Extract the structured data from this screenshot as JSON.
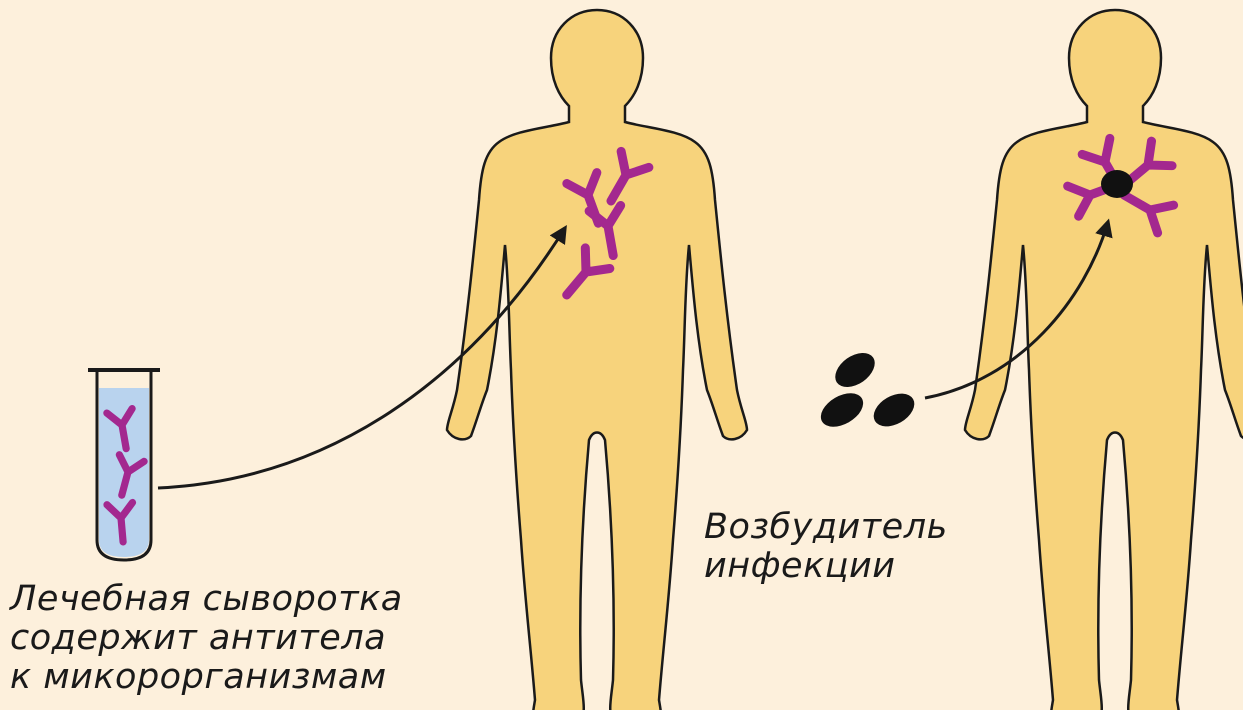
{
  "colors": {
    "background": "#fdf0dc",
    "body_fill": "#f7d37c",
    "body_outline": "#1a1a1a",
    "antibody": "#a3288f",
    "pathogen": "#111111",
    "serum_liquid": "#b9d3ee"
  },
  "labels": {
    "serum_caption": [
      "Лечебная сыворотка",
      "содержит антитела",
      "к микорорганизмам"
    ],
    "pathogen_caption": [
      "Возбудитель",
      "инфекции"
    ]
  }
}
